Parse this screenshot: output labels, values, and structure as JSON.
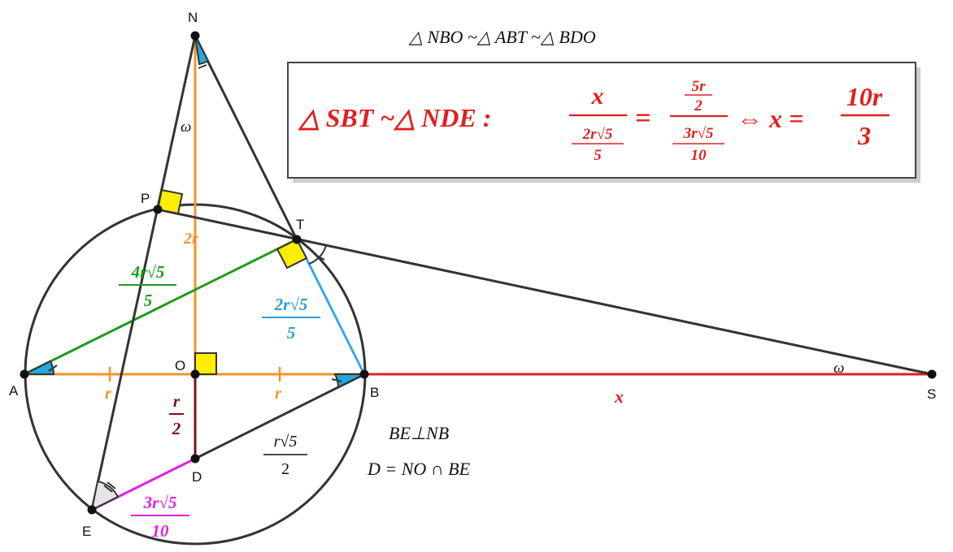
{
  "points": {
    "N": "N",
    "P": "P",
    "T": "T",
    "A": "A",
    "O": "O",
    "B": "B",
    "S": "S",
    "D": "D",
    "E": "E"
  },
  "top_relation": "△ NBO ~△ ABT ~△ BDO",
  "box": {
    "lhs": "△ SBT ~△ NDE :",
    "frac1_num": "x",
    "frac1_den_top": "2r√5",
    "frac1_den_bottom": "5",
    "eq": "=",
    "frac2_num_top": "5r",
    "frac2_num_bottom": "2",
    "frac2_den_top": "3r√5",
    "frac2_den_bottom": "10",
    "iff": "⇔ x =",
    "frac3_num": "10r",
    "frac3_den": "3"
  },
  "labels": {
    "omega_top": "ω",
    "omega_s": "ω",
    "two_r": "2r",
    "r_left": "r",
    "r_right": "r",
    "x_label": "x",
    "at_num": "4r√5",
    "at_den": "5",
    "tb_num": "2r√5",
    "tb_den": "5",
    "od_num": "r",
    "od_den": "2",
    "db_num": "r√5",
    "db_den": "2",
    "ed_num": "3r√5",
    "ed_den": "10"
  },
  "notes": {
    "perp": "BE⊥NB",
    "intersection": "D = NO ∩ BE"
  },
  "colors": {
    "orange": "#f0932b",
    "red": "#e02020",
    "green": "#1f9a1f",
    "blue": "#2a9be0",
    "magenta": "#e020e0",
    "maroon": "#7a1515",
    "yellow": "#ffee00",
    "cyan_fill": "#22a7e0"
  }
}
